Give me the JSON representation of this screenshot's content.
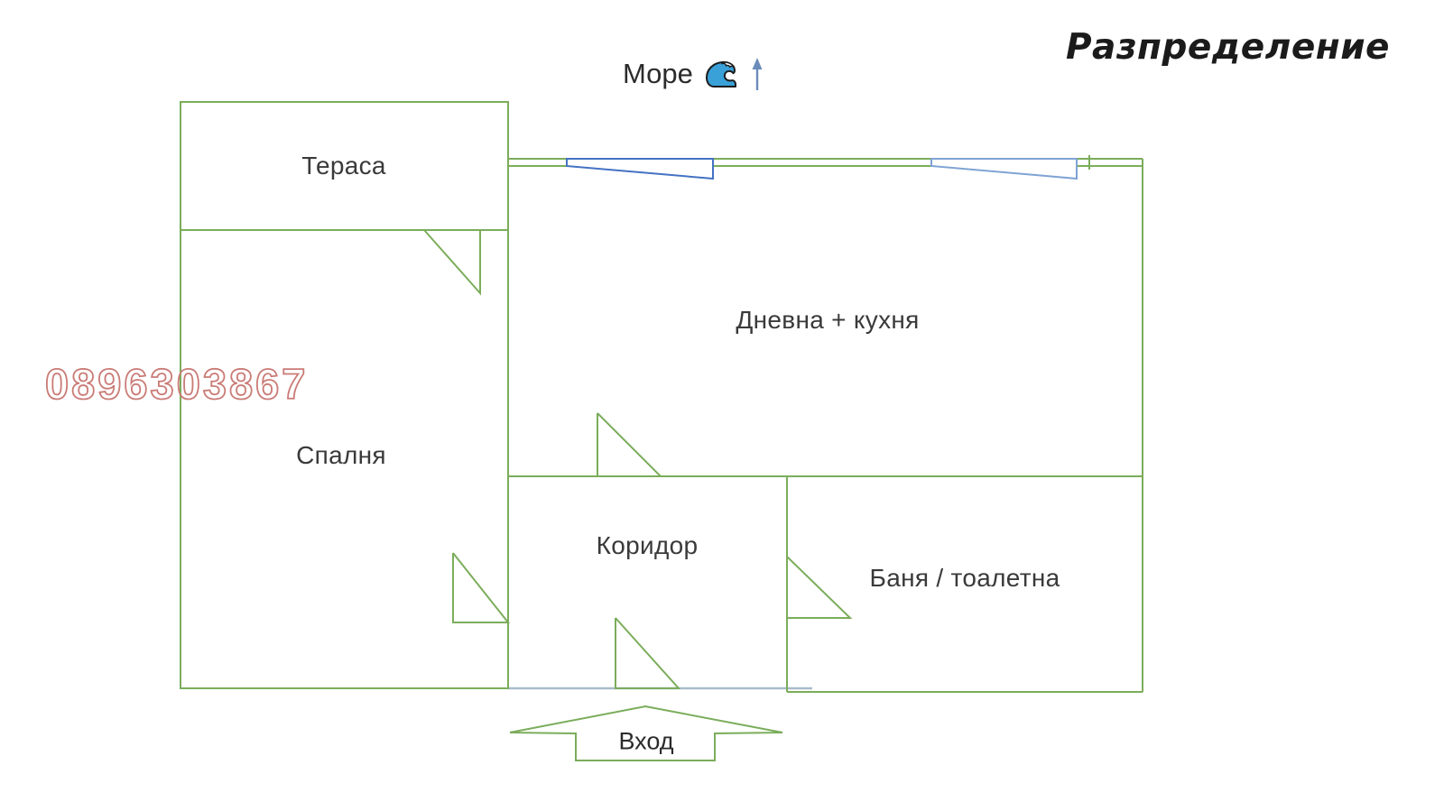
{
  "header": {
    "title": "Разпределение"
  },
  "compass": {
    "sea_label": "Море"
  },
  "rooms": {
    "terrace": {
      "label": "Тераса"
    },
    "bedroom": {
      "label": "Спалня"
    },
    "living_kitchen": {
      "label": "Дневна + кухня"
    },
    "corridor": {
      "label": "Коридор"
    },
    "bathroom": {
      "label": "Баня / тоалетна"
    }
  },
  "entrance": {
    "label": "Вход"
  },
  "watermark": {
    "text": "0896303867"
  },
  "colors": {
    "wall": "#7bad5b",
    "window_dark": "#4472c4",
    "window_light": "#7fa3d4",
    "floor_line": "#a9bcca",
    "north_arrow": "#6b8cba",
    "watermark": "#ca7b76",
    "label_text": "#3a3a3a",
    "title_text": "#1b1b1b",
    "wave_blue": "#3aa0d8",
    "wave_outline": "#1c1c1c"
  }
}
